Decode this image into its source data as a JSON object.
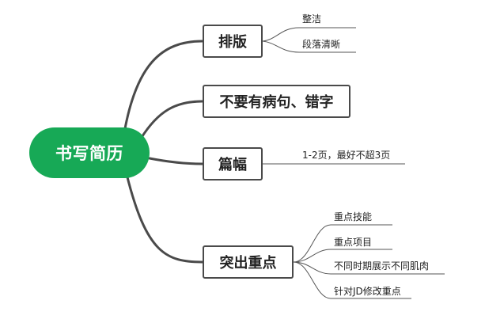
{
  "colors": {
    "root_fill": "#17a956",
    "line": "#4a4a4a",
    "leaf_line": "#555555"
  },
  "root": {
    "label": "书写简历"
  },
  "branches": [
    {
      "label": "排版",
      "children": [
        "整洁",
        "段落清晰"
      ]
    },
    {
      "label": "不要有病句、错字",
      "children": []
    },
    {
      "label": "篇幅",
      "children": [
        "1-2页，最好不超3页"
      ]
    },
    {
      "label": "突出重点",
      "children": [
        "重点技能",
        "重点项目",
        "不同时期展示不同肌肉",
        "针对JD修改重点"
      ]
    }
  ]
}
